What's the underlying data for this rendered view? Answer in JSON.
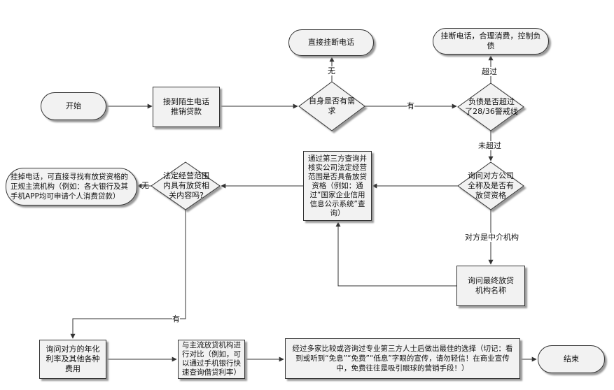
{
  "nodes": {
    "start": "开始",
    "receive_call": "接到陌生电话推销贷款",
    "need_decision": "自身是否有需求",
    "hangup_direct": "直接挂断电话",
    "debt_decision": "负债是否超过了28/36警戒线",
    "hangup_control": "挂断电话，合理消费，控制负债",
    "ask_company_decision": "询问对方公司全称及是否有放贷资格",
    "third_party_check": "通过第三方查询并核实公司法定经营范围是否具备放贷资格（例如：通过“国家企业信用信息公示系统”查询）",
    "scope_decision": "法定经营范围内具有放贷相关内容吗?",
    "hangup_find_lender": "挂掉电话，可直接寻找有放贷资格的正规主流机构（例如：各大银行及其手机APP均可申请个人消费贷款）",
    "ask_final_lender": "询问最终放贷机构名称",
    "ask_rate": "询问对方的年化利率及其他各种费用",
    "compare": "与主流放贷机构进行对比（例如，可以通过手机银行快速查询借贷利率）",
    "best_choice": "经过多家比较或咨询过专业第三方人士后做出最佳的选择（切记：看到或听到“免息”“免费”“低息”字眼的宣传，请勿轻信！在商业宣传中，免费往往是吸引眼球的营销手段！）",
    "end": "结束"
  },
  "edge_labels": {
    "no_need": "无",
    "has_need": "有",
    "exceeded": "超过",
    "not_exceeded": "未超过",
    "intermediary": "对方是中介机构",
    "scope_no": "无",
    "scope_yes": "有"
  }
}
